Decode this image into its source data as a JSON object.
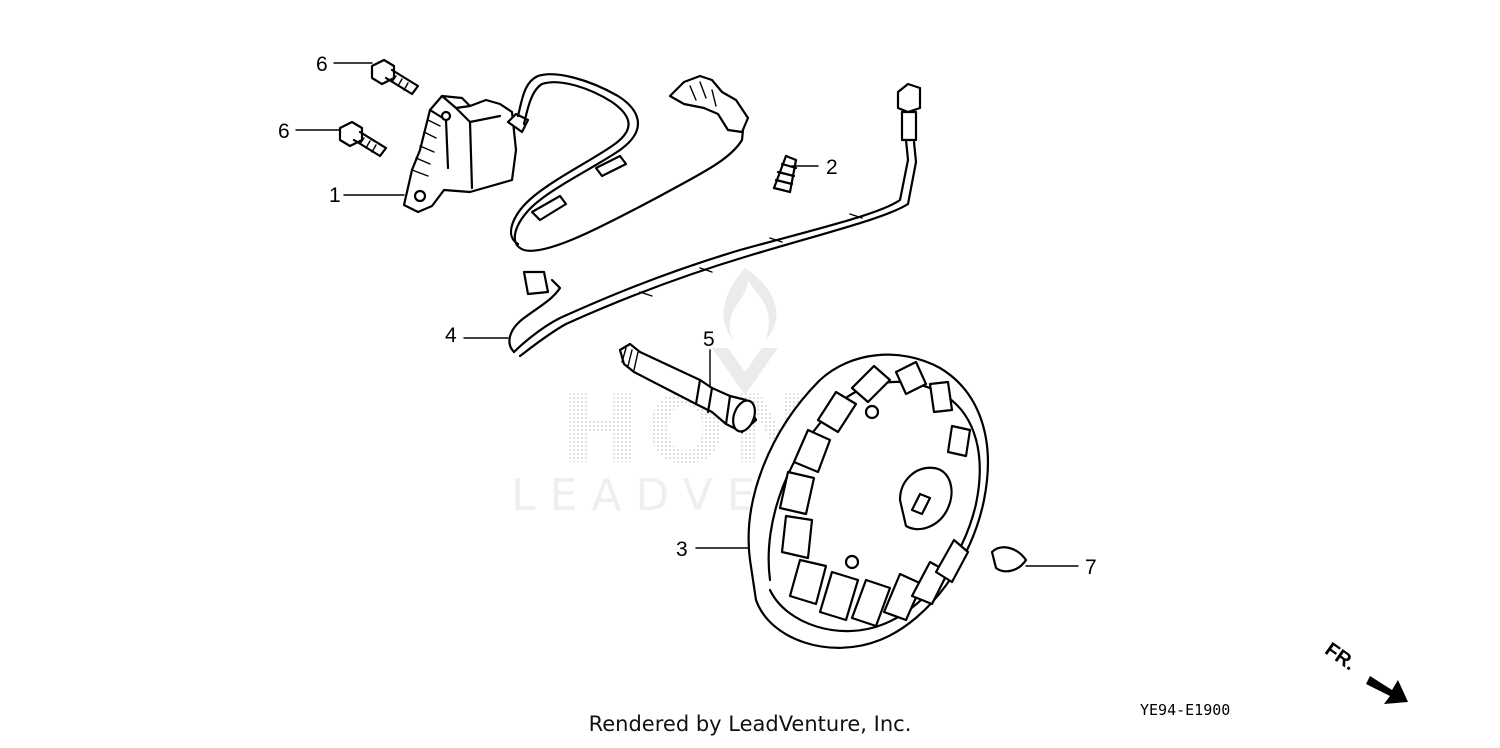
{
  "watermark": {
    "brand": "HONDA",
    "sub": "LEADVENTURE"
  },
  "callouts": [
    "1",
    "2",
    "3",
    "4",
    "5",
    "6",
    "6",
    "7"
  ],
  "diagram_code": "YE94-E1900",
  "direction_label": "FR.",
  "credit": "Rendered by LeadVenture, Inc."
}
